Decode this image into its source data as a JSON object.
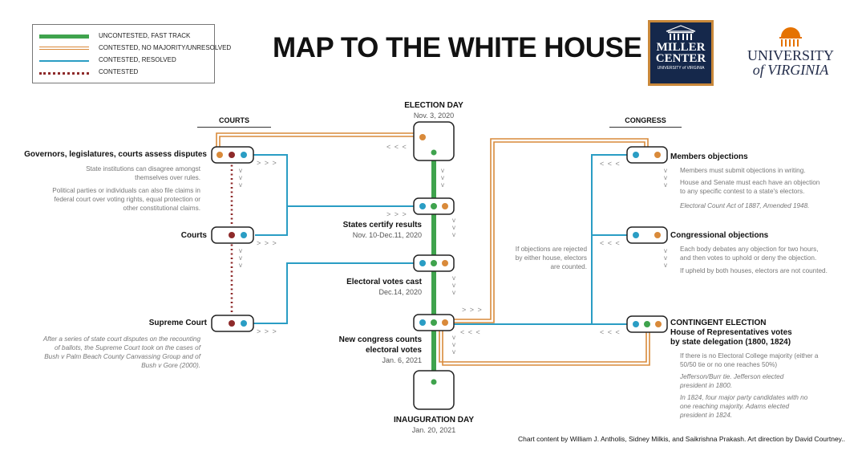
{
  "title": "MAP TO THE WHITE HOUSE",
  "legend": [
    {
      "label": "UNCONTESTED, FAST TRACK",
      "color": "#3fa34d",
      "style": "solid-thick"
    },
    {
      "label": "CONTESTED, NO MAJORITY/UNRESOLVED",
      "color": "#d98a3a",
      "style": "double"
    },
    {
      "label": "CONTESTED, RESOLVED",
      "color": "#2a9dc4",
      "style": "solid"
    },
    {
      "label": "CONTESTED",
      "color": "#8e2a2a",
      "style": "dotted"
    }
  ],
  "logos": {
    "miller_line1": "MILLER",
    "miller_line2": "CENTER",
    "miller_line3": "UNIVERSITY of VIRGINIA",
    "uva_line1": "UNIVERSITY",
    "uva_line2": "of VIRGINIA"
  },
  "headers": {
    "courts": "COURTS",
    "congress": "CONGRESS"
  },
  "chevrons": {
    "right": "> > >",
    "left": "< < <",
    "down": "v"
  },
  "center": {
    "election_day": {
      "label": "ELECTION DAY",
      "date": "Nov. 3, 2020"
    },
    "certify": {
      "label": "States certify results",
      "date": "Nov. 10-Dec.11, 2020"
    },
    "votes_cast": {
      "label": "Electoral votes cast",
      "date": "Dec.14, 2020"
    },
    "congress_counts": {
      "label_1": "New congress counts",
      "label_2": "electoral votes",
      "date": "Jan. 6, 2021"
    },
    "inauguration": {
      "label": "INAUGURATION DAY",
      "date": "Jan. 20, 2021"
    }
  },
  "courts": {
    "governors": {
      "label": "Governors, legislatures, courts assess disputes",
      "note1": "State institutions can disagree amongst themselves over rules.",
      "note2": "Political parties or individuals can also file claims in federal court over voting rights, equal protection or other constitutional claims."
    },
    "courts": {
      "label": "Courts"
    },
    "supreme": {
      "label": "Supreme Court",
      "note": "After a series of state court disputes on the recounting of ballots, the Supreme Court took on the cases of Bush v Palm Beach County Canvassing Group and of Bush v Gore (2000)."
    }
  },
  "congress": {
    "members": {
      "label": "Members objections",
      "note1": "Members must submit objections in writing.",
      "note2": "House and Senate must each have an objection to any specific contest to a state's electors.",
      "note3": "Electoral Count Act of 1887, Amended 1948."
    },
    "objections": {
      "label": "Congressional objections",
      "note1": "Each body debates any objection for two hours, and then votes to uphold or deny the objection.",
      "note2": "If upheld by both houses, electors are not counted."
    },
    "rejected_note": "If objections are rejected by either house, electors are counted.",
    "contingent": {
      "label_1": "CONTINGENT ELECTION",
      "label_2": "House of Representatives votes",
      "label_3": "by state delegation (1800, 1824)",
      "note1": "If there is no Electoral College majority (either a 50/50 tie or no one reaches 50%)",
      "note2": "Jefferson/Burr tie. Jefferson elected president in 1800.",
      "note3": "In 1824, four major party candidates with no one reaching majority. Adams elected president in 1824."
    }
  },
  "credit": "Chart content by William J. Antholis, Sidney Milkis, and Saikrishna Prakash. Art direction by David Courtney..",
  "colors": {
    "green": "#3fa34d",
    "orange": "#d98a3a",
    "blue": "#2a9dc4",
    "red": "#8e2a2a"
  }
}
